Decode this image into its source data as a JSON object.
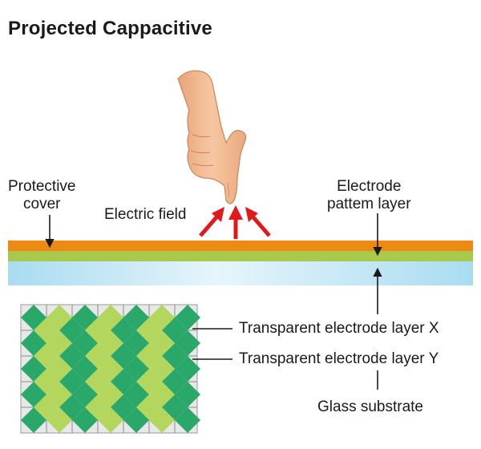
{
  "title": "Projected Cappacitive",
  "labels": {
    "protective_cover": [
      "Protective",
      "cover"
    ],
    "electric_field": "Electric field",
    "electrode_pattern_layer": [
      "Electrode",
      "pattem layer"
    ],
    "electrode_layer_x": "Transparent electrode layer X",
    "electrode_layer_y": "Transparent electrode layer Y",
    "glass_substrate": "Glass substrate"
  },
  "colors": {
    "protective_cover": "#ee8a13",
    "electrode_layer": "#a8c94b",
    "glass_substrate": "#bfe3f3",
    "diamond_x": "#2aa86a",
    "diamond_y": "#b3d65c",
    "arrow_red": "#e0191d",
    "hand_skin": "#f3b98c"
  },
  "icons": {
    "hand": "pointing-hand-icon"
  }
}
